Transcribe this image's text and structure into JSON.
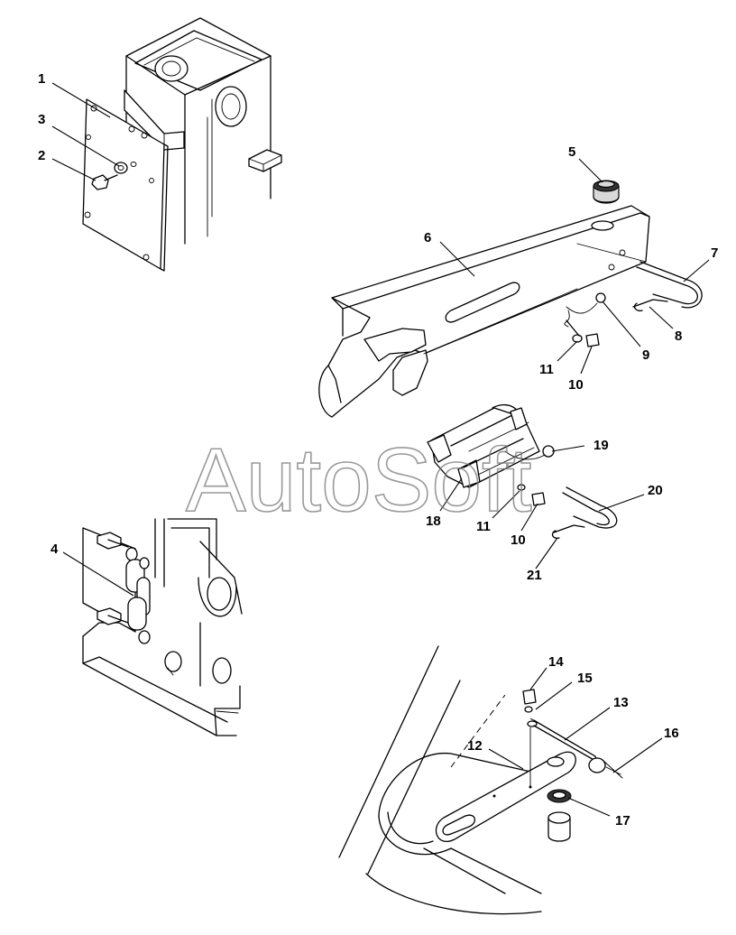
{
  "watermark": "AutoSoft",
  "callouts": {
    "c1": "1",
    "c2": "2",
    "c3": "3",
    "c4": "4",
    "c5": "5",
    "c6": "6",
    "c7": "7",
    "c8": "8",
    "c9": "9",
    "c10a": "10",
    "c10b": "10",
    "c11a": "11",
    "c11b": "11",
    "c12": "12",
    "c13": "13",
    "c14": "14",
    "c15": "15",
    "c16": "16",
    "c17": "17",
    "c18": "18",
    "c19": "19",
    "c20": "20",
    "c21": "21"
  },
  "colors": {
    "line": "#000000",
    "watermark": "#777777",
    "background": "#ffffff",
    "shade": "#d9d9d9"
  }
}
